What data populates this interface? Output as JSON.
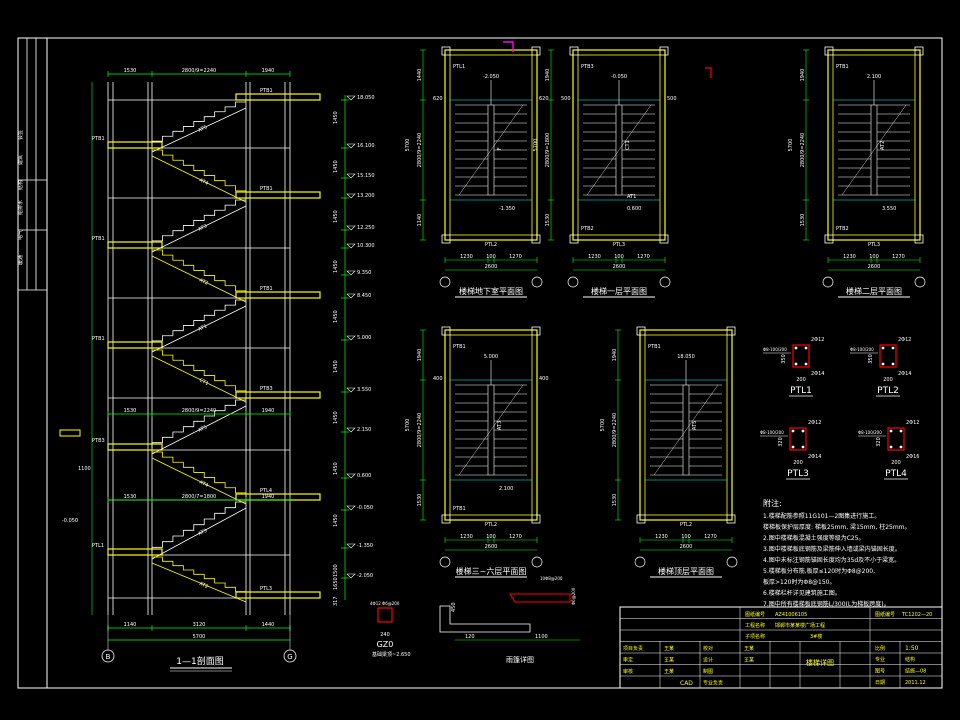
{
  "colors": {
    "background": "#000000",
    "frame": "#ffffff",
    "wall": "#ffff00",
    "stair": "#ffffff",
    "dimension": "#00ff00",
    "grid": "#00ffff",
    "text": "#ffffff",
    "section": "#ffff00",
    "accent_red": "#ff0000",
    "accent_magenta": "#ff00ff",
    "tread_blue": "#00aaff"
  },
  "section": {
    "title": "1—1剖面图",
    "axis_left": "B",
    "axis_right": "G",
    "dims_top": [
      "1530",
      "2800/9=2240",
      "1940"
    ],
    "dims_mid": [
      "1530",
      "2800/9=2240",
      "1940"
    ],
    "dims_lower": [
      "1530",
      "2800/7=1800",
      "1940"
    ],
    "dims_bottom": [
      "1140",
      "3120",
      "1440"
    ],
    "dim_total": "5700",
    "elevations": [
      "18.050",
      "16.100",
      "15.150",
      "13.200",
      "12.250",
      "10.300",
      "9.350",
      "8.450",
      "5.000",
      "3.550",
      "2.150",
      "0.600",
      "-0.050",
      "-1.350",
      "-2.050"
    ],
    "left_elev": "-0.050",
    "left_dim": "1100",
    "right_dims": [
      "1450",
      "1450",
      "1450",
      "1450",
      "1450",
      "1450",
      "1450",
      "1450",
      "1450",
      "1500",
      "1650",
      "317"
    ],
    "beam_labels": [
      "PTB1",
      "PTB1",
      "PTB1",
      "PTB1",
      "PTB1",
      "PTB1",
      "PTB3",
      "PTB3",
      "PTL4",
      "PTL1",
      "PTL3",
      "PTL1",
      "PTL1",
      "PTL1",
      "PTL1",
      "PTL2"
    ],
    "run_labels": [
      "AT5",
      "AT4",
      "AT3",
      "AT2",
      "AT1",
      "CT1"
    ]
  },
  "plans": [
    {
      "title": "楼梯地下室平面图",
      "dims_bottom": [
        "1230",
        "100",
        "1270"
      ],
      "dim_total": "2600",
      "dims_side": [
        "1440",
        "2800/9=2240",
        "1140"
      ],
      "dim_height": "5700",
      "elev": "-2.050",
      "elev2": "-1.350",
      "beams": [
        "PTL1",
        "PTL2"
      ],
      "label_a": "620",
      "label_b": "620",
      "mark": "F"
    },
    {
      "title": "楼梯一层平面图",
      "dims_bottom": [
        "1230",
        "100",
        "1270"
      ],
      "dim_total": "2600",
      "dims_side": [
        "1940",
        "2800/9=1800",
        "1530"
      ],
      "dim_height": "5700",
      "elev": "-0.050",
      "elev2": "0.600",
      "beams": [
        "PTB3",
        "PTL3",
        "PTB2",
        "AT1"
      ],
      "label_a": "500",
      "label_b": "500",
      "mark": "CT1"
    },
    {
      "title": "楼梯二层平面图",
      "dims_bottom": [
        "1230",
        "100",
        "1270"
      ],
      "dim_total": "2600",
      "dims_side": [
        "1940",
        "2800/9=2240",
        "1530"
      ],
      "dim_height": "5700",
      "elev": "2.100",
      "elev2": "3.550",
      "beams": [
        "PTB1",
        "PTL3",
        "PTB2"
      ],
      "label_a": "",
      "label_b": "",
      "mark": "AT2"
    },
    {
      "title": "楼梯三~六层平面图",
      "dims_bottom": [
        "1230",
        "100",
        "1270"
      ],
      "dim_total": "2600",
      "dims_side": [
        "1940",
        "2800/9=2240",
        "1530"
      ],
      "dim_height": "5700",
      "elev": "5.000",
      "elev2": "2.100",
      "beams": [
        "PTB1",
        "PTL2",
        "PTB1"
      ],
      "label_a": "400",
      "label_b": "400",
      "mark": "AT3"
    },
    {
      "title": "楼梯顶层平面图",
      "dims_bottom": [
        "1230",
        "100",
        "1270"
      ],
      "dim_total": "2600",
      "dims_side": [
        "1940",
        "2800/9=2240",
        "1530"
      ],
      "dim_height": "5700",
      "elev": "18.050",
      "elev2": "",
      "beams": [
        "PTB1",
        "PTL2"
      ],
      "label_a": "",
      "label_b": "",
      "mark": "AT5"
    }
  ],
  "beams": [
    {
      "name": "PTL1",
      "w": "200",
      "h": "350",
      "top": "2Φ12",
      "bot": "2Φ14",
      "stirrup": "Φ8-100/200"
    },
    {
      "name": "PTL2",
      "w": "200",
      "h": "350",
      "top": "2Φ12",
      "bot": "2Φ14",
      "stirrup": "Φ8-100/200"
    },
    {
      "name": "PTL3",
      "w": "200",
      "h": "320",
      "top": "2Φ12",
      "bot": "2Φ14",
      "stirrup": "Φ8-100/200"
    },
    {
      "name": "PTL4",
      "w": "200",
      "h": "320",
      "top": "2Φ12",
      "bot": "2Φ16",
      "stirrup": "Φ8-100/200"
    }
  ],
  "gz": {
    "name": "GZ0",
    "dim_w": "240",
    "stirrup": "4Φ12 Φ6@200",
    "note": "基础梁顶~2.650"
  },
  "detail": {
    "title": "雨篷详图",
    "dims": [
      "120",
      "1100"
    ],
    "side_dim": "450",
    "label": "10Φ8@200",
    "label2": "Φ6@200"
  },
  "notes": {
    "heading": "附注:",
    "items": [
      "1.楼梯配筋参照11G101—2图集进行施工。",
      "  楼梯板保护层厚度: 梯板25mm, 梁15mm, 柱25mm。",
      "2.图中楼梯板混凝土强度等级为C25。",
      "3.图中楼梯板底钢筋及梁筋伸入墙或梁内锚固长度。",
      "4.图中未标注钢筋锚固长度均为35d及不小于梁宽。",
      "5.楼梯板分布筋,板厚≤120时为Φ8@200,",
      "  板厚>120时为Φ8@150。",
      "6.楼梯栏杆详见建筑施工图。",
      "7.图中所有楼梯板底钢筋L/300(L为梯板跨度)。"
    ]
  },
  "title_block": {
    "row1": [
      "图纸编号",
      "AZ41006105",
      "图纸编号",
      "TC1202—20"
    ],
    "row2": [
      "工程名称",
      "邯郸市某某楼广场工程"
    ],
    "row3": [
      "子项名称",
      "3#楼"
    ],
    "drawing_name": "楼梯详图",
    "scale_label": "比例",
    "scale": "1:50",
    "roles": [
      "项目负责",
      "审定",
      "审核",
      "校对",
      "设计",
      "制图",
      "专业负责"
    ],
    "names": [
      "王某",
      "王某",
      "王某",
      "王某",
      "王某"
    ],
    "fields": [
      "专业",
      "结构",
      "图号",
      "结施—08",
      "日期",
      "2011.12"
    ],
    "cad": "CAD"
  },
  "left_margin": {
    "labels": [
      "会签",
      "建筑",
      "结构",
      "给排水",
      "电气",
      "暖通"
    ]
  }
}
